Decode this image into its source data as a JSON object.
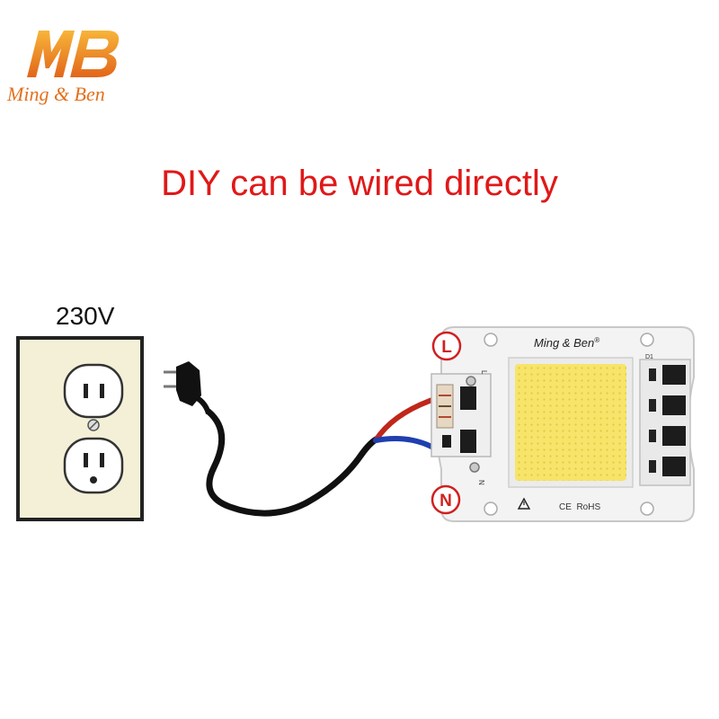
{
  "logo": {
    "monogram": "MB",
    "brand": "Ming & Ben"
  },
  "headline": "DIY can be wired directly",
  "outlet": {
    "voltage": "230V"
  },
  "chip": {
    "brand": "Ming & Ben",
    "registered": "®",
    "certification": "CE  RoHS",
    "terminal_live": "L",
    "terminal_neutral": "N",
    "pad_label_live": "L",
    "pad_label_neutral": "N",
    "component_label": "D1"
  },
  "colors": {
    "headline": "#e01818",
    "logo_orange": "#f08a1c",
    "live_wire": "#c0271b",
    "neutral_wire": "#1f3fb0",
    "cord": "#111111",
    "outlet_plate": "#f4f0d8",
    "led_surface": "#f7e46a"
  },
  "icons": [
    "plug-icon",
    "outlet-icon",
    "warning-triangle-icon"
  ]
}
